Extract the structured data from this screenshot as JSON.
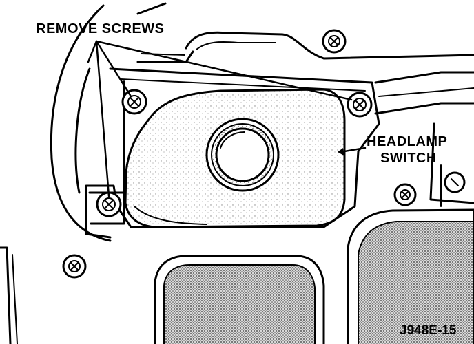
{
  "labels": {
    "remove_screws": "REMOVE SCREWS",
    "headlamp_line1": "HEADLAMP",
    "headlamp_line2": "SWITCH",
    "figure_code": "J948E-15"
  },
  "colors": {
    "ink": "#000000",
    "paper": "#ffffff",
    "stipple": "#7a7a7a"
  }
}
